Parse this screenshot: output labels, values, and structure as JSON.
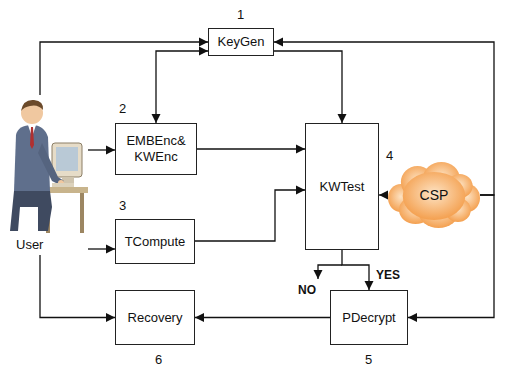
{
  "diagram": {
    "nodes": [
      {
        "text": [
          "KeyGen"
        ]
      },
      {
        "text": [
          "EMBEnc& KWEnc"
        ]
      },
      {
        "text": [
          "KWTest"
        ]
      },
      {
        "text": [
          "CSP"
        ]
      },
      {
        "text": [
          "User"
        ]
      },
      {
        "text": [
          "TCompute"
        ]
      },
      {
        "text": [
          "Recovery"
        ]
      },
      {
        "text": [
          "PDecrypt"
        ]
      }
    ],
    "edges": [
      {
        "from": 4,
        "to": 0,
        "arrow": "to"
      },
      {
        "from": 0,
        "to": 1,
        "arrow": "both"
      },
      {
        "from": 0,
        "to": 2,
        "arrow": "to"
      },
      {
        "from": 4,
        "to": 1,
        "arrow": "to"
      },
      {
        "from": 1,
        "to": 2,
        "arrow": "to"
      },
      {
        "from": 4,
        "to": 5,
        "arrow": "to"
      },
      {
        "from": 5,
        "to": 2,
        "arrow": "to"
      },
      {
        "from": 3,
        "to": 2,
        "arrow": "to"
      },
      {
        "from": 3,
        "to": 0,
        "arrow": "to"
      },
      {
        "from": 3,
        "to": 7,
        "arrow": "to"
      },
      {
        "from": 2,
        "to": 7,
        "label": "YES",
        "arrow": "to"
      },
      {
        "from": 4,
        "to": 6,
        "arrow": "to"
      },
      {
        "from": 7,
        "to": 6,
        "arrow": "to"
      }
    ],
    "labels": [
      "1",
      "2",
      "3",
      "4",
      "5",
      "6",
      "NO"
    ]
  }
}
